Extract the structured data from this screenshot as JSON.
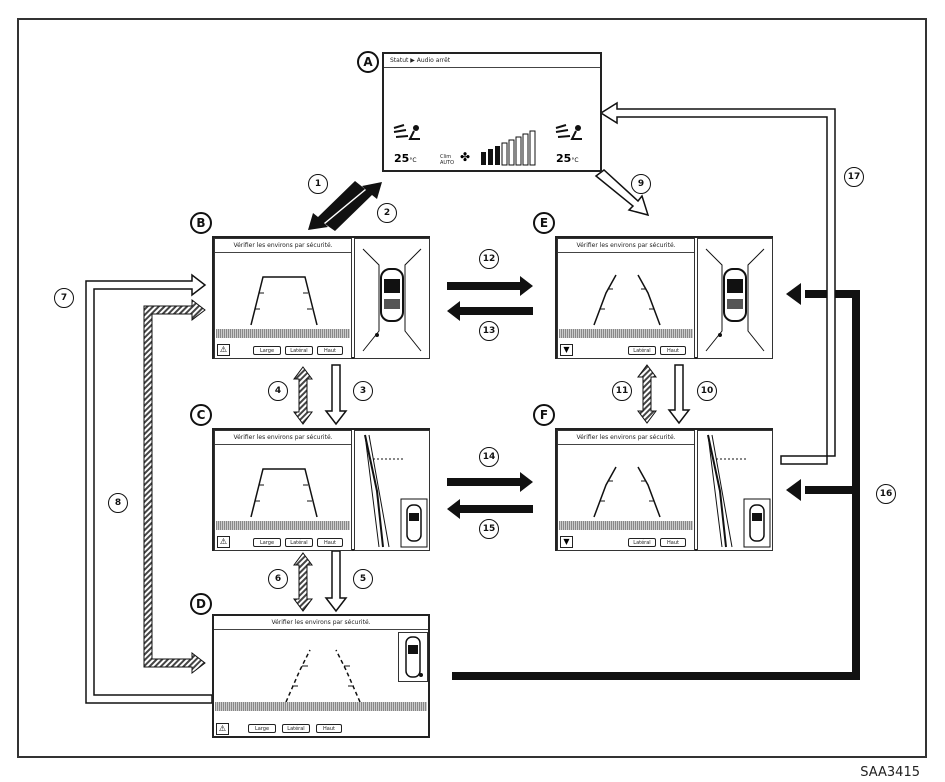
{
  "screens": {
    "A": {
      "label": "A",
      "header": "Statut ▶ Audio arrêt",
      "temp_left": "25",
      "temp_right": "25",
      "unit": "°C",
      "mode_text": "Clim AUTO",
      "fan_icon": "fan-icon"
    },
    "B": {
      "label": "B",
      "header": "Vérifier les environs par sécurité.",
      "buttons": [
        "Large",
        "Latéral",
        "Haut"
      ]
    },
    "C": {
      "label": "C",
      "header": "Vérifier les environs par sécurité.",
      "buttons": [
        "Large",
        "Latéral",
        "Haut"
      ]
    },
    "D": {
      "label": "D",
      "header": "Vérifier les environs par sécurité.",
      "buttons": [
        "Large",
        "Latéral",
        "Haut"
      ]
    },
    "E": {
      "label": "E",
      "header": "Vérifier les environs par sécurité.",
      "buttons": [
        "Latéral",
        "Haut"
      ]
    },
    "F": {
      "label": "F",
      "header": "Vérifier les environs par sécurité.",
      "buttons": [
        "Latéral",
        "Haut"
      ]
    }
  },
  "steps": [
    "1",
    "2",
    "3",
    "4",
    "5",
    "6",
    "7",
    "8",
    "9",
    "10",
    "11",
    "12",
    "13",
    "14",
    "15",
    "16",
    "17"
  ],
  "figure_code": "SAA3415",
  "colors": {
    "line": "#111111",
    "hatch": "#666666"
  }
}
